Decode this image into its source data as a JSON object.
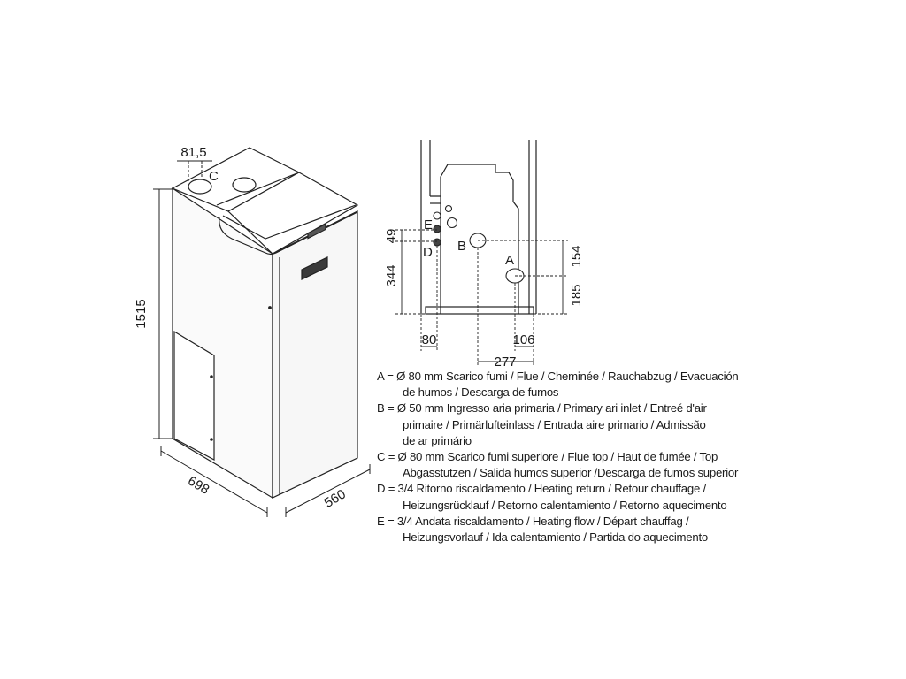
{
  "isometric_view": {
    "dim_height": "1515",
    "dim_depth": "698",
    "dim_width": "560",
    "dim_flue_offset": "81,5",
    "label_c": "C"
  },
  "rear_view": {
    "label_e": "E",
    "label_d": "D",
    "label_b": "B",
    "label_a": "A",
    "dim_49": "49",
    "dim_344": "344",
    "dim_80": "80",
    "dim_277": "277",
    "dim_106": "106",
    "dim_154": "154",
    "dim_185": "185"
  },
  "legend": [
    {
      "line1": "A = Ø 80 mm Scarico fumi / Flue / Cheminée / Rauchabzug / Evacuación",
      "line2": "de humos / Descarga de fumos",
      "line3": ""
    },
    {
      "line1": "B = Ø 50 mm Ingresso aria primaria / Primary ari inlet / Entreé d'air",
      "line2": "primaire / Primärlufteinlass / Entrada aire primario / Admissão",
      "line3": "de ar primário"
    },
    {
      "line1": "C = Ø 80 mm  Scarico fumi superiore / Flue top / Haut de fumée / Top",
      "line2": "Abgasstutzen / Salida humos superior /Descarga de fumos superior",
      "line3": ""
    },
    {
      "line1": "D = 3/4 Ritorno riscaldamento / Heating return / Retour chauffage /",
      "line2": "Heizungsrücklauf / Retorno calentamiento / Retorno aquecimento",
      "line3": ""
    },
    {
      "line1": "E = 3/4 Andata riscaldamento / Heating flow / Départ chauffag /",
      "line2": "Heizungsvorlauf / Ida calentamiento / Partida do aquecimento",
      "line3": ""
    }
  ]
}
